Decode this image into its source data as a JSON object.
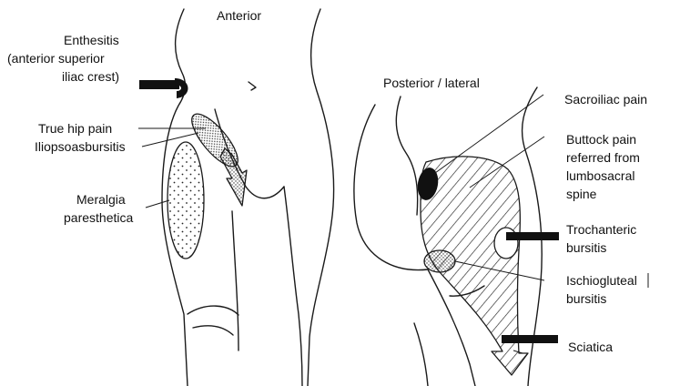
{
  "views": {
    "anterior": "Anterior",
    "posterior": "Posterior / lateral"
  },
  "labels": {
    "enthesitis_1": "Enthesitis",
    "enthesitis_2": "(anterior superior",
    "enthesitis_3": "iliac crest)",
    "true_hip_pain": "True hip pain",
    "iliopsoas": "Iliopsoasbursitis",
    "meralgia_1": "Meralgia",
    "meralgia_2": "paresthetica",
    "sacroiliac": "Sacroiliac pain",
    "buttock_1": "Buttock pain",
    "buttock_2": "referred from",
    "buttock_3": "lumbosacral",
    "buttock_4": "spine",
    "trochanteric_1": "Trochanteric",
    "trochanteric_2": "bursitis",
    "ischio_1": "Ischiogluteal",
    "ischio_2": "bursitis",
    "sciatica": "Sciatica"
  }
}
